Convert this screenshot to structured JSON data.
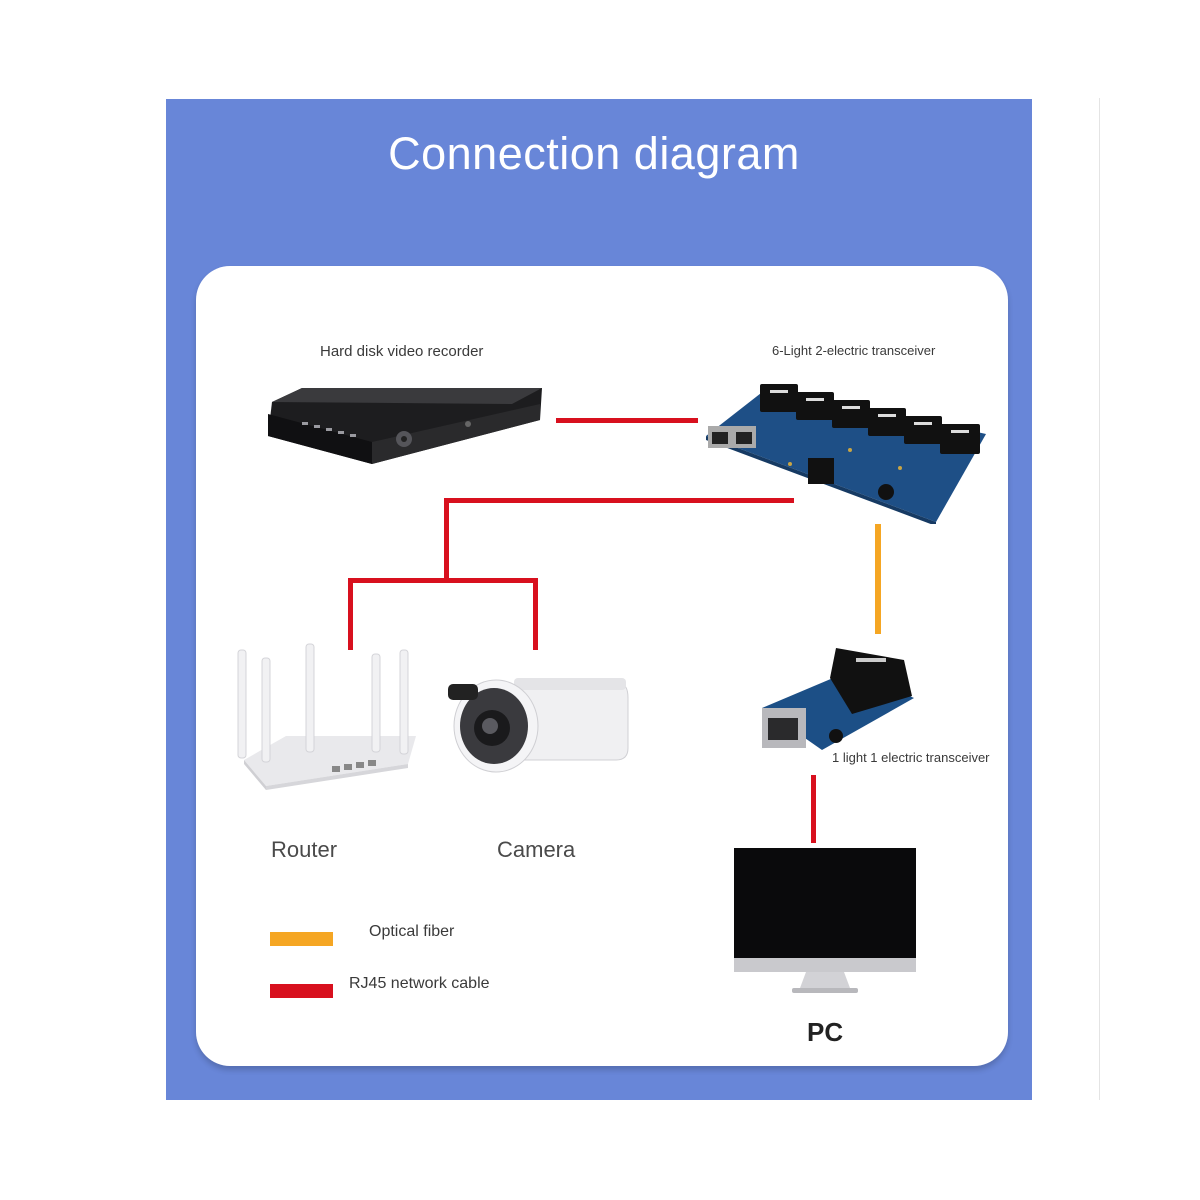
{
  "title": "Connection diagram",
  "devices": {
    "nvr": {
      "label": "Hard disk video recorder",
      "icon": "nvr-icon"
    },
    "switch6": {
      "label": "6-Light 2-electric transceiver",
      "icon": "fiber-switch-icon"
    },
    "router": {
      "label": "Router",
      "icon": "router-icon"
    },
    "camera": {
      "label": "Camera",
      "icon": "camera-icon"
    },
    "transceiver1": {
      "label": "1 light 1 electric transceiver",
      "icon": "transceiver-icon"
    },
    "pc": {
      "label": "PC",
      "icon": "monitor-icon"
    }
  },
  "legend": [
    {
      "label": "Optical fiber",
      "color": "#f5a623"
    },
    {
      "label": "RJ45 network cable",
      "color": "#d8101e"
    }
  ],
  "colors": {
    "panel": "#6886d8",
    "fiber": "#f5a623",
    "rj45": "#d8101e"
  }
}
